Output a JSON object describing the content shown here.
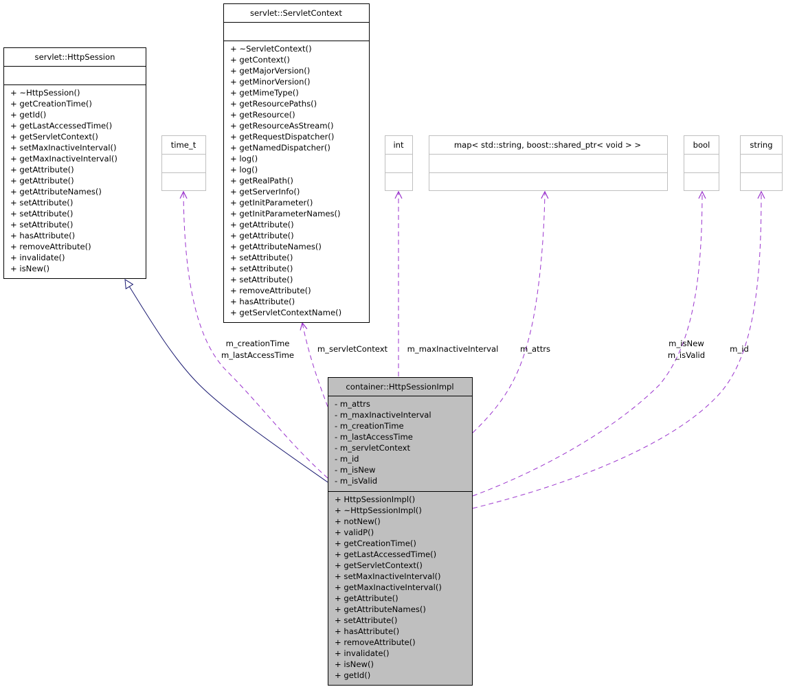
{
  "classes": {
    "http_session": {
      "title": "servlet::HttpSession",
      "attributes": [],
      "methods": [
        "+ ~HttpSession()",
        "+ getCreationTime()",
        "+ getId()",
        "+ getLastAccessedTime()",
        "+ getServletContext()",
        "+ setMaxInactiveInterval()",
        "+ getMaxInactiveInterval()",
        "+ getAttribute()",
        "+ getAttribute()",
        "+ getAttributeNames()",
        "+ setAttribute()",
        "+ setAttribute()",
        "+ setAttribute()",
        "+ hasAttribute()",
        "+ removeAttribute()",
        "+ invalidate()",
        "+ isNew()"
      ]
    },
    "servlet_context": {
      "title": "servlet::ServletContext",
      "attributes": [],
      "methods": [
        "+ ~ServletContext()",
        "+ getContext()",
        "+ getMajorVersion()",
        "+ getMinorVersion()",
        "+ getMimeType()",
        "+ getResourcePaths()",
        "+ getResource()",
        "+ getResourceAsStream()",
        "+ getRequestDispatcher()",
        "+ getNamedDispatcher()",
        "+ log()",
        "+ log()",
        "+ getRealPath()",
        "+ getServerInfo()",
        "+ getInitParameter()",
        "+ getInitParameterNames()",
        "+ getAttribute()",
        "+ getAttribute()",
        "+ getAttributeNames()",
        "+ setAttribute()",
        "+ setAttribute()",
        "+ setAttribute()",
        "+ removeAttribute()",
        "+ hasAttribute()",
        "+ getServletContextName()"
      ]
    },
    "time_t": {
      "title": "time_t"
    },
    "int": {
      "title": "int"
    },
    "map": {
      "title": "map< std::string, boost::shared_ptr< void > >"
    },
    "bool": {
      "title": "bool"
    },
    "string": {
      "title": "string"
    },
    "http_session_impl": {
      "title": "container::HttpSessionImpl",
      "attributes": [
        "- m_attrs",
        "- m_maxInactiveInterval",
        "- m_creationTime",
        "- m_lastAccessTime",
        "- m_servletContext",
        "- m_id",
        "- m_isNew",
        "- m_isValid"
      ],
      "methods": [
        "+ HttpSessionImpl()",
        "+ ~HttpSessionImpl()",
        "+ notNew()",
        "+ validP()",
        "+ getCreationTime()",
        "+ getLastAccessedTime()",
        "+ getServletContext()",
        "+ setMaxInactiveInterval()",
        "+ getMaxInactiveInterval()",
        "+ getAttribute()",
        "+ getAttributeNames()",
        "+ setAttribute()",
        "+ hasAttribute()",
        "+ removeAttribute()",
        "+ invalidate()",
        "+ isNew()",
        "+ getId()"
      ]
    }
  },
  "edges": {
    "time_t_label_1": "m_creationTime",
    "time_t_label_2": "m_lastAccessTime",
    "servlet_context_label": "m_servletContext",
    "int_label": "m_maxInactiveInterval",
    "map_label": "m_attrs",
    "bool_label_1": "m_isNew",
    "bool_label_2": "m_isValid",
    "string_label": "m_id"
  },
  "colors": {
    "usage_edge": "#9a32cd",
    "inheritance_edge": "#191970",
    "main_class_fill": "#bfbfbf",
    "type_box_border": "#bfbfbf"
  }
}
